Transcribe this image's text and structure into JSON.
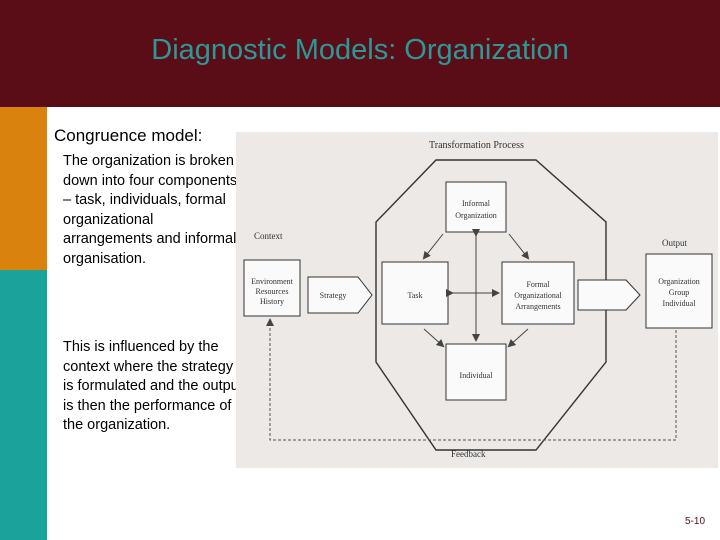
{
  "slide": {
    "title": "Diagnostic Models: Organization",
    "bullet_heading": "Congruence model:",
    "paragraph1": "The organization is broken down into four components – task, individuals, formal organizational arrangements and informal organisation.",
    "paragraph2": "This is influenced by the context where the strategy is formulated and the output is then the performance of the organization.",
    "page_number": "5-10"
  },
  "diagram": {
    "process_label": "Transformation Process",
    "context_label": "Context",
    "environment": [
      "Environment",
      "Resources",
      "History"
    ],
    "strategy": "Strategy",
    "informal": [
      "Informal",
      "Organization"
    ],
    "task": "Task",
    "formal": [
      "Formal",
      "Organizational",
      "Arrangements"
    ],
    "individual": "Individual",
    "output_label": "Output",
    "output": [
      "Organization",
      "Group",
      "Individual"
    ],
    "feedback": "Feedback"
  },
  "colors": {
    "title_bar": "#5a0c17",
    "title_text": "#2a9a98",
    "side_orange": "#d9820e",
    "side_teal": "#1aa39b"
  }
}
